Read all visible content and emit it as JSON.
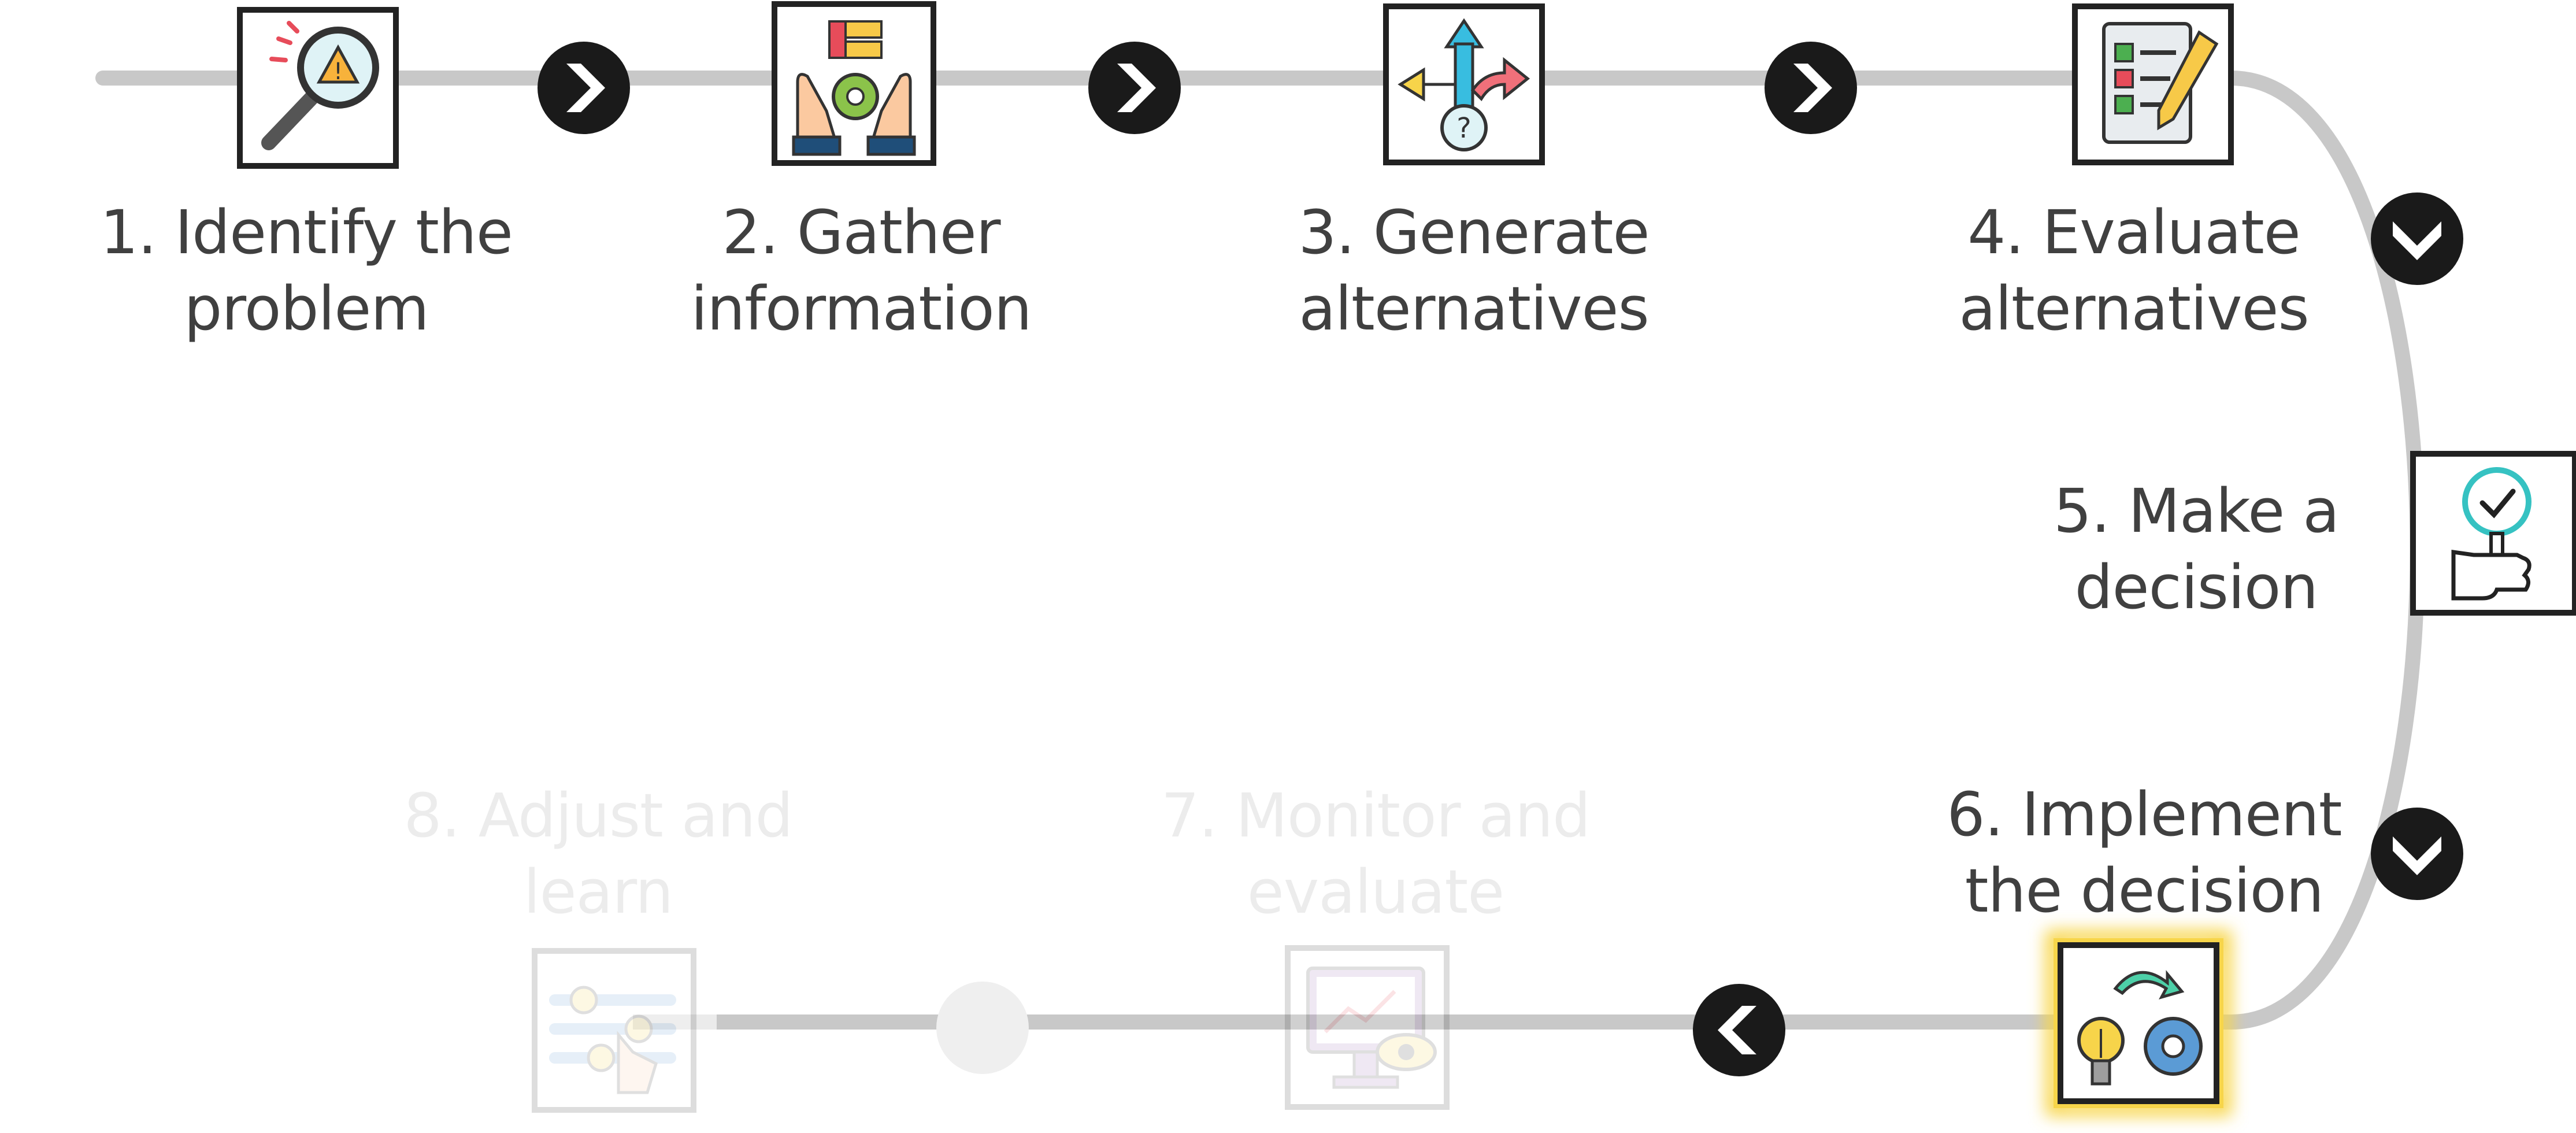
{
  "steps": [
    {
      "label_line1": "1. Identify the",
      "label_line2": "problem",
      "icon": "magnifier-warning-icon",
      "state": "done"
    },
    {
      "label_line1": "2. Gather",
      "label_line2": "information",
      "icon": "hands-gear-info-icon",
      "state": "done"
    },
    {
      "label_line1": "3. Generate",
      "label_line2": "alternatives",
      "icon": "crossroads-arrows-question-icon",
      "state": "done"
    },
    {
      "label_line1": "4. Evaluate",
      "label_line2": "alternatives",
      "icon": "checklist-pencil-icon",
      "state": "done"
    },
    {
      "label_line1": "5. Make a",
      "label_line2": "decision",
      "icon": "hand-checkmark-sign-icon",
      "state": "done"
    },
    {
      "label_line1": "6. Implement",
      "label_line2": "the decision",
      "icon": "lightbulb-gear-arrow-icon",
      "state": "current"
    },
    {
      "label_line1": "7. Monitor and",
      "label_line2": "evaluate",
      "icon": "monitor-chart-eye-icon",
      "state": "upcoming"
    },
    {
      "label_line1": "8. Adjust and",
      "label_line2": "learn",
      "icon": "sliders-hand-icon",
      "state": "upcoming"
    }
  ],
  "colors": {
    "track": "#c8c8c8",
    "track_faded": "#ececec",
    "chevron_bg": "#1a1a1a",
    "label": "#404040",
    "label_faded": "#ececec",
    "highlight_glow": "#f7d54a",
    "icon_border": "#222222"
  }
}
